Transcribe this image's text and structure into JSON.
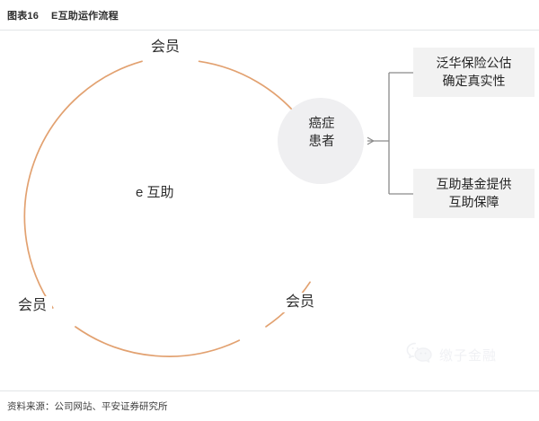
{
  "figure": {
    "number": "图表16",
    "title": "E互助运作流程",
    "source": "资料来源：公司网站、平安证券研究所"
  },
  "diagram": {
    "ring_label": "e 互助",
    "members": [
      {
        "id": "member-top",
        "label": "会员"
      },
      {
        "id": "member-bottom-left",
        "label": "会员"
      },
      {
        "id": "member-bottom-right",
        "label": "会员"
      }
    ],
    "patient_node": {
      "line1": "癌症",
      "line2": "患者"
    },
    "boxes": [
      {
        "id": "appraisal",
        "line1": "泛华保险公估",
        "line2": "确定真实性"
      },
      {
        "id": "fund",
        "line1": "互助基金提供",
        "line2": "互助保障"
      }
    ],
    "colors": {
      "ring": "#E2A170",
      "node_fill": "#EFEFF1",
      "box_fill": "#F2F2F2",
      "connector": "#8A8A8A",
      "rule": "#E3E5E8",
      "text": "#2E2E2E"
    }
  },
  "watermark": {
    "icon": "wechat-bubbles-icon",
    "text": "缴子金融"
  }
}
